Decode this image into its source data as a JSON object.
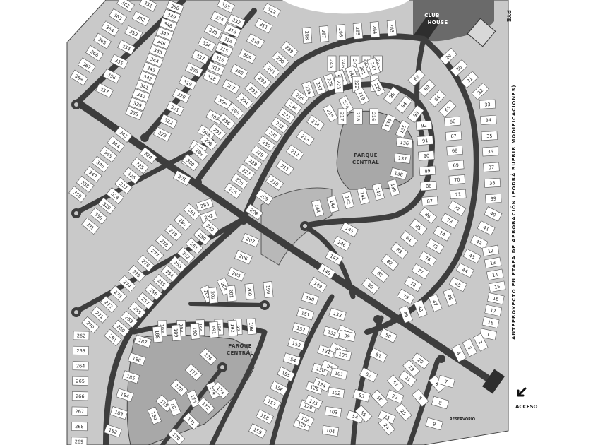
{
  "map": {
    "parks": [
      {
        "id": "parque-central-top",
        "lines": [
          "PARQUE",
          "CENTRAL"
        ]
      },
      {
        "id": "parque-central-bottom",
        "lines": [
          "PARQUE",
          "CENTRAL"
        ]
      }
    ],
    "club_house": [
      "CLUB",
      "HOUSE"
    ],
    "reservoir_label": "RESERVORIO",
    "side_note": "ANTEPROYECTO EN ETAPA DE APROBACIÓN (PODRÁ SUFRIR MODIFICACIONES)",
    "access_label": "ACCESO",
    "corner_mark": "PYE",
    "colors": {
      "road": "#3d3d3d",
      "road_edge": "#1f1f1f",
      "park": "#a8a8a8",
      "lot": "#ffffff",
      "lot_border": "#555555",
      "water": "#6a6a6a"
    },
    "lot_rows": [
      {
        "row": "top-left-col-1",
        "lots": [
          "362",
          "363",
          "364",
          "365",
          "366",
          "367",
          "368"
        ]
      },
      {
        "row": "top-left-col-2",
        "lots": [
          "351",
          "352",
          "353",
          "354",
          "355",
          "356",
          "357"
        ]
      },
      {
        "row": "top-left-col-3",
        "lots": [
          "350",
          "349",
          "348",
          "347",
          "346",
          "345",
          "344",
          "343",
          "342",
          "341",
          "340",
          "339",
          "338"
        ]
      },
      {
        "row": "top-left-col-4",
        "lots": [
          "333",
          "334",
          "335",
          "336",
          "337",
          "338",
          "319",
          "320",
          "321",
          "322",
          "323"
        ]
      },
      {
        "row": "top-left-col-5",
        "lots": [
          "332",
          "313",
          "314",
          "315",
          "316",
          "317",
          "318"
        ]
      },
      {
        "row": "top-left-col-6",
        "lots": [
          "312",
          "311",
          "310",
          "309",
          "308",
          "307",
          "306",
          "305",
          "304",
          "303",
          "302",
          "301"
        ]
      },
      {
        "row": "arc-outer-top",
        "lots": [
          "288",
          "287",
          "286",
          "285",
          "284",
          "283"
        ]
      },
      {
        "row": "arc-upper",
        "lots": [
          "289",
          "290",
          "291",
          "292",
          "293",
          "294",
          "295",
          "296",
          "297",
          "298",
          "299",
          "300"
        ]
      },
      {
        "row": "arc-mid",
        "lots": [
          "245",
          "246",
          "247",
          "248",
          "243",
          "242",
          "241",
          "240",
          "239",
          "238",
          "237",
          "236",
          "235",
          "234",
          "233",
          "232",
          "231",
          "230",
          "229",
          "228",
          "227",
          "226",
          "225"
        ]
      },
      {
        "row": "arc-inner",
        "lots": [
          "223",
          "222",
          "221",
          "220",
          "219",
          "224",
          "215",
          "214",
          "213",
          "212",
          "211",
          "210",
          "209",
          "208"
        ]
      },
      {
        "row": "park-ring",
        "lots": [
          "217",
          "218",
          "216",
          "134",
          "135",
          "136",
          "137",
          "138",
          "139",
          "140",
          "141",
          "142",
          "143",
          "144"
        ]
      },
      {
        "row": "right-col-a",
        "lots": [
          "62",
          "63",
          "64",
          "65",
          "66",
          "67",
          "68",
          "69",
          "70",
          "71",
          "72",
          "73",
          "74",
          "75",
          "76",
          "77",
          "78",
          "79"
        ]
      },
      {
        "row": "right-col-b",
        "lots": [
          "95",
          "94",
          "93",
          "92",
          "91",
          "90",
          "89",
          "88",
          "87",
          "86",
          "85",
          "84",
          "83",
          "82",
          "81",
          "80"
        ]
      },
      {
        "row": "right-col-c",
        "lots": [
          "29",
          "30",
          "31",
          "32",
          "33",
          "34",
          "35",
          "36",
          "37",
          "38",
          "39",
          "40",
          "41",
          "42",
          "43",
          "44",
          "45",
          "46",
          "47",
          "48",
          "49"
        ]
      },
      {
        "row": "right-col-d",
        "lots": [
          "12",
          "13",
          "14",
          "15",
          "16",
          "17",
          "18",
          "1",
          "2",
          "3",
          "4"
        ]
      },
      {
        "row": "mid-col",
        "lots": [
          "145",
          "146",
          "147",
          "148",
          "149",
          "150",
          "151",
          "152",
          "153",
          "154",
          "155",
          "156",
          "157",
          "158",
          "159"
        ]
      },
      {
        "row": "lower-mid",
        "lots": [
          "133",
          "132",
          "131",
          "130",
          "129",
          "128",
          "127",
          "126",
          "125",
          "124",
          "96",
          "97",
          "98",
          "99",
          "100",
          "101",
          "102",
          "103",
          "104"
        ]
      },
      {
        "row": "lower-right",
        "lots": [
          "50",
          "51",
          "52",
          "53",
          "54",
          "55",
          "56",
          "57",
          "19",
          "20",
          "21",
          "22",
          "23",
          "24",
          "25",
          "5",
          "6",
          "7",
          "8",
          "9"
        ]
      },
      {
        "row": "left-block-a",
        "lots": [
          "324",
          "325",
          "326",
          "327",
          "328",
          "329",
          "330",
          "331"
        ]
      },
      {
        "row": "left-block-b",
        "lots": [
          "343",
          "344",
          "345",
          "346",
          "347",
          "358",
          "359"
        ]
      },
      {
        "row": "left-block-c",
        "lots": [
          "281",
          "280",
          "279",
          "278",
          "277",
          "276",
          "275",
          "274",
          "273",
          "272",
          "271",
          "270"
        ]
      },
      {
        "row": "left-block-d",
        "lots": [
          "283",
          "282",
          "249",
          "250",
          "251",
          "252",
          "253",
          "254",
          "255",
          "256",
          "257",
          "258",
          "259",
          "260",
          "261"
        ]
      },
      {
        "row": "center-strip",
        "lots": [
          "207",
          "206",
          "205",
          "204",
          "203",
          "202",
          "201",
          "200",
          "199"
        ]
      },
      {
        "row": "lower-arc",
        "lots": [
          "193",
          "194",
          "195",
          "196",
          "197",
          "198",
          "192",
          "191",
          "190",
          "189",
          "188",
          "187",
          "186",
          "185",
          "184",
          "183",
          "182"
        ]
      },
      {
        "row": "lower-park-ring",
        "lots": [
          "176",
          "177",
          "178",
          "179",
          "180",
          "181",
          "175",
          "174",
          "173",
          "172",
          "171",
          "170"
        ]
      },
      {
        "row": "far-left",
        "lots": [
          "262",
          "263",
          "264",
          "265",
          "266",
          "267",
          "268",
          "269"
        ]
      }
    ]
  }
}
